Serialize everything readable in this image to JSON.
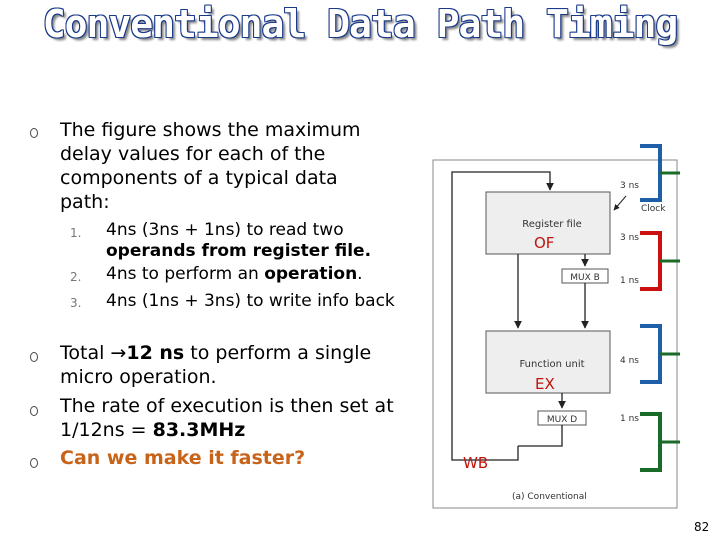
{
  "title": "Conventional Data Path Timing",
  "bullets": [
    {
      "text": "The figure shows the maximum delay values for each of the components of a typical data path:"
    },
    {
      "pre": "Total ",
      "arrow": "→",
      "bold": "12 ns",
      "post": " to perform a single micro operation."
    },
    {
      "pre": "The rate of execution is then set at 1/12ns = ",
      "bold": "83.3MHz"
    },
    {
      "text": "Can we make it faster?",
      "color": "#c8641a"
    }
  ],
  "sub_items": [
    {
      "num": "1.",
      "pre": "4ns (3ns + 1ns) to read two ",
      "bold": "operands from register file."
    },
    {
      "num": "2.",
      "pre": "4ns to perform an ",
      "bold": "operation",
      "post": "."
    },
    {
      "num": "3.",
      "pre": "4ns (1ns + 3ns) to write info back"
    }
  ],
  "diagram": {
    "register_file": "Register file",
    "function_unit": "Function unit",
    "mux_b": "MUX B",
    "mux_d": "MUX D",
    "caption": "(a) Conventional",
    "clock": "Clock",
    "delays": [
      "3 ns",
      "3 ns",
      "1 ns",
      "4 ns",
      "1 ns"
    ],
    "stages": {
      "of": "OF",
      "ex": "EX",
      "wb": "WB"
    },
    "colors": {
      "stage_text": "#c0140c",
      "red_bracket": "#cc1010",
      "blue_bracket": "#1f5fa8",
      "green_tick": "#1a6b2a"
    }
  },
  "page_number": "82"
}
